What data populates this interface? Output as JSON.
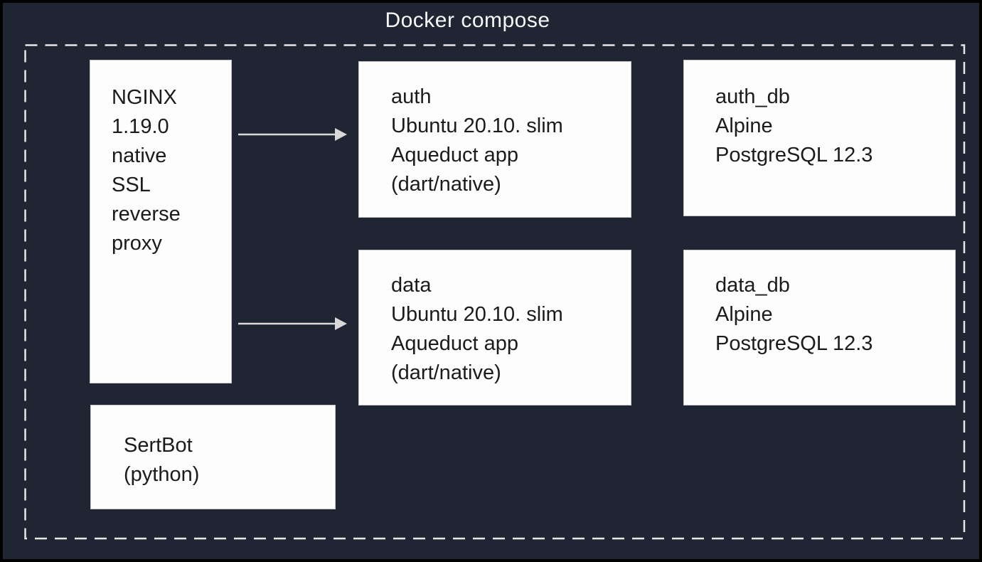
{
  "diagram": {
    "title": "Docker compose",
    "colors": {
      "background": "#1f2533",
      "frame": "#000000",
      "box_fill": "#fdfdfd",
      "box_border": "#c6c6c6",
      "box_text": "#1b1b1b",
      "title_text": "#f7f7f7",
      "dashed_border": "#e8e8e8",
      "arrow": "#d9d9d9"
    },
    "nodes": [
      {
        "id": "nginx",
        "lines": [
          "NGINX",
          "1.19.0",
          "native",
          "SSL",
          "reverse",
          "proxy"
        ]
      },
      {
        "id": "auth",
        "lines": [
          "auth",
          "Ubuntu 20.10. slim",
          "Aqueduct app",
          "(dart/native)"
        ]
      },
      {
        "id": "auth_db",
        "lines": [
          "auth_db",
          "Alpine",
          "PostgreSQL 12.3"
        ]
      },
      {
        "id": "data",
        "lines": [
          "data",
          "Ubuntu 20.10. slim",
          "Aqueduct app",
          "(dart/native)"
        ]
      },
      {
        "id": "data_db",
        "lines": [
          "data_db",
          "Alpine",
          "PostgreSQL 12.3"
        ]
      },
      {
        "id": "sertbot",
        "lines": [
          "SertBot",
          "(python)"
        ]
      }
    ],
    "edges": [
      {
        "from": "nginx",
        "to": "auth"
      },
      {
        "from": "nginx",
        "to": "data"
      }
    ]
  }
}
